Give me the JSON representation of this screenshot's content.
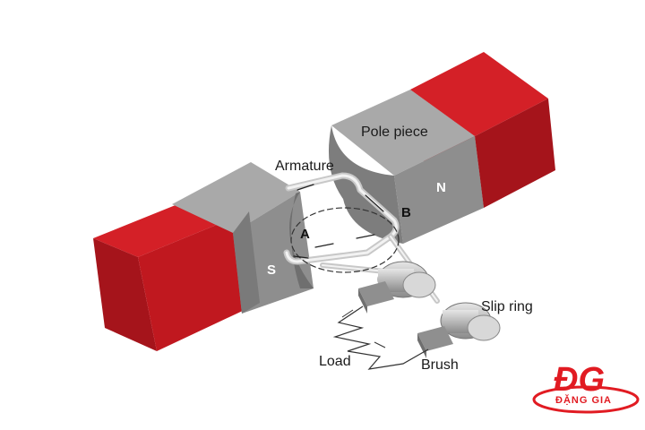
{
  "labels": {
    "armature": "Armature",
    "pole_piece": "Pole piece",
    "north": "N",
    "south": "S",
    "point_a": "A",
    "point_b": "B",
    "slip_ring": "Slip ring",
    "load": "Load",
    "brush": "Brush"
  },
  "logo": {
    "mark": "ĐG",
    "name": "ĐẶNG GIA"
  },
  "colors": {
    "magnet_red": "#c0181f",
    "magnet_red_dark": "#8c0f14",
    "pole_gray": "#8e8e8e",
    "pole_gray_dark": "#6e6e6e",
    "logo_red": "#e11b22"
  }
}
